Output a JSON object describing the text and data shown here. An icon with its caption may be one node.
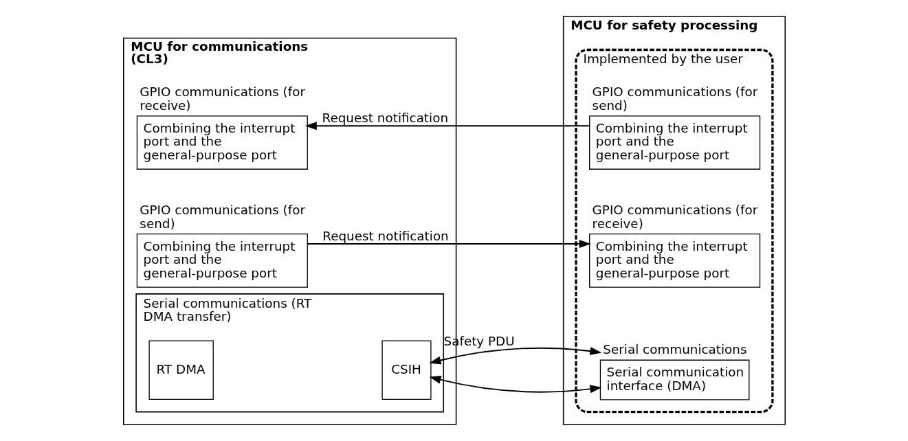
{
  "diagram": {
    "nodes": [
      {
        "text": [
          "MCU for communications (CL3)"
        ]
      },
      {
        "text": [
          "GPIO communications (for receive)",
          "Combining the interrupt port and the general-purpose port"
        ],
        "in": 0
      },
      {
        "text": [
          "GPIO communications (for send)",
          "Combining the interrupt port and the general-purpose port"
        ],
        "in": 0
      },
      {
        "text": [
          "Serial communications (RT DMA transfer)"
        ],
        "in": 0
      },
      {
        "text": [
          "RT DMA"
        ],
        "in": 3
      },
      {
        "text": [
          "CSIH"
        ],
        "in": 3
      },
      {
        "text": [
          "MCU for safety processing"
        ]
      },
      {
        "text": [
          "Implemented by the user"
        ],
        "in": 6
      },
      {
        "text": [
          "GPIO communications (for send)",
          "Combining the interrupt port and the general-purpose port"
        ],
        "in": 7
      },
      {
        "text": [
          "GPIO communications (for receive)",
          "Combining the interrupt port and the general-purpose port"
        ],
        "in": 7
      },
      {
        "text": [
          "Serial communications",
          "Serial communication interface (DMA)"
        ],
        "in": 7
      }
    ],
    "edges": [
      {
        "from": 8,
        "to": 1,
        "arrow": "to",
        "label": "Request notification"
      },
      {
        "from": 2,
        "to": 9,
        "arrow": "to",
        "label": "Request notification"
      },
      {
        "from": 5,
        "to": 10,
        "arrow": "both",
        "label": "Safety PDU"
      }
    ]
  }
}
